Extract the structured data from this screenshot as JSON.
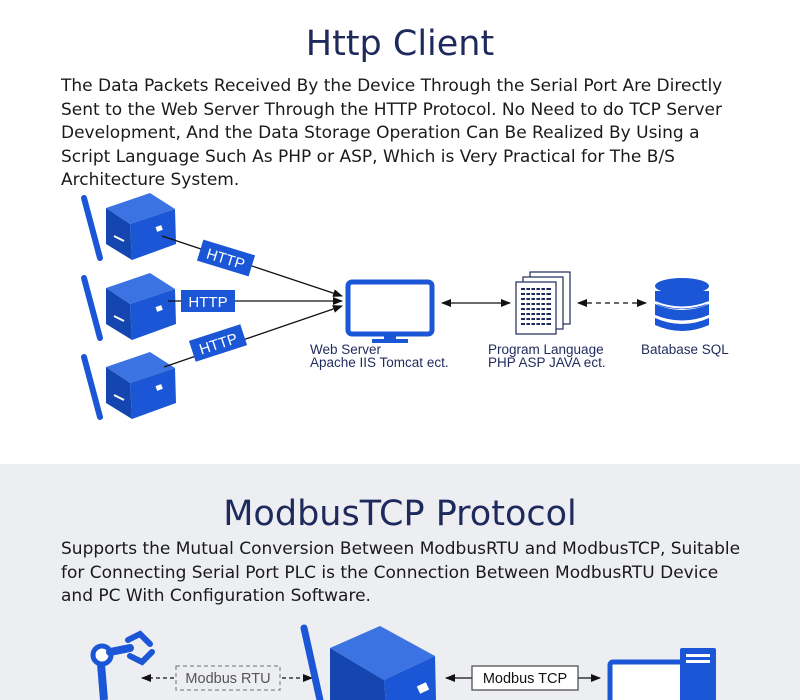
{
  "http": {
    "title": "Http Client",
    "paragraph": "The Data Packets Received By the Device Through the Serial Port Are Directly Sent to the Web Server Through the HTTP Protocol. No Need to do TCP Server Development, And the Data Storage Operation Can Be Realized By Using a Script Language Such As PHP or ASP, Which is Very Practical for The B/S Architecture System.",
    "labels": [
      "HTTP",
      "HTTP",
      "HTTP"
    ],
    "web_server": {
      "line1": "Web Server",
      "line2": "Apache IIS Tomcat ect."
    },
    "program_language": {
      "line1": "Program Language",
      "line2": "PHP ASP JAVA ect."
    },
    "database": "Batabase SQL"
  },
  "modbus": {
    "title": "ModbusTCP Protocol",
    "paragraph": "Supports the Mutual Conversion Between ModbusRTU and ModbusTCP, Suitable for Connecting Serial Port PLC is the Connection Between ModbusRTU Device and PC With Configuration Software.",
    "rtu_label": "Modbus RTU",
    "tcp_label": "Modbus TCP"
  },
  "colors": {
    "title": "#1f2a5c",
    "device_blue": "#1a56d6",
    "section2_bg": "#edeef2"
  }
}
